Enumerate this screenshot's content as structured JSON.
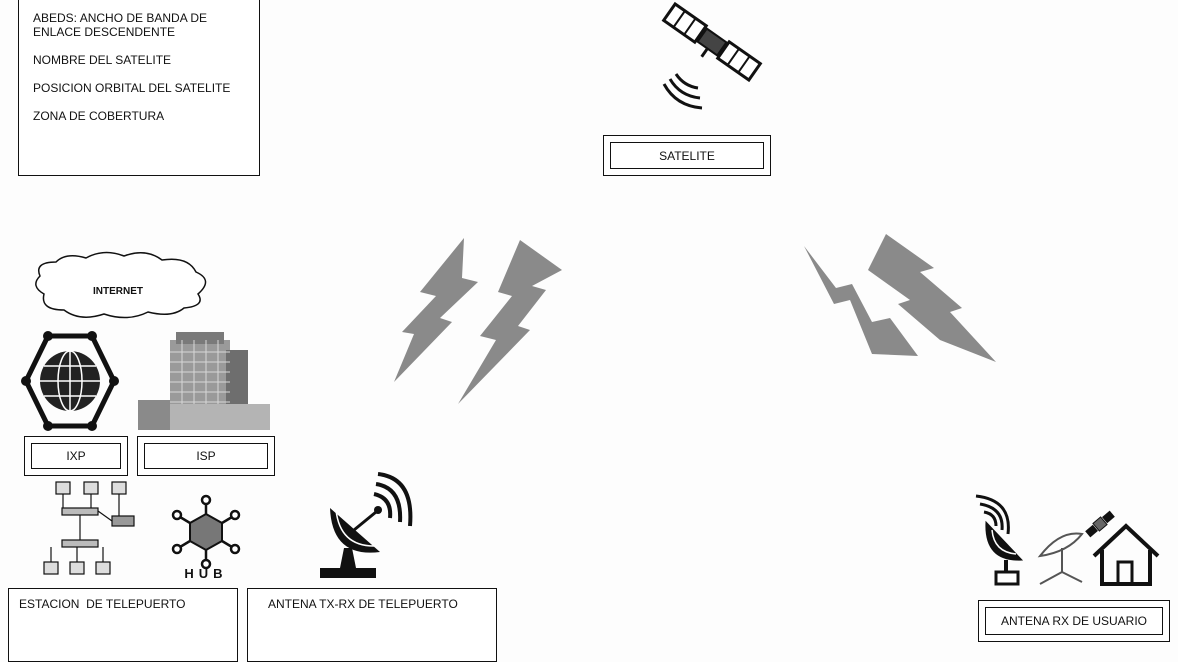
{
  "legend": {
    "line1": "ABEDS: ANCHO DE BANDA DE ENLACE DESCENDENTE",
    "line2": "NOMBRE DEL SATELITE",
    "line3": "POSICION ORBITAL DEL SATELITE",
    "line4": "ZONA DE COBERTURA"
  },
  "satellite": {
    "label": "SATELITE"
  },
  "internet": {
    "label": "INTERNET"
  },
  "ixp": {
    "label": "IXP"
  },
  "isp": {
    "label": "ISP"
  },
  "hub": {
    "label": "HUB"
  },
  "teleport_station": {
    "label": "ESTACION  DE TELEPUERTO"
  },
  "teleport_antenna": {
    "label": "ANTENA TX-RX DE TELEPUERTO"
  },
  "user_antenna": {
    "label": "ANTENA RX DE USUARIO"
  },
  "colors": {
    "bolt": "#8a8a8a",
    "line": "#111111"
  }
}
